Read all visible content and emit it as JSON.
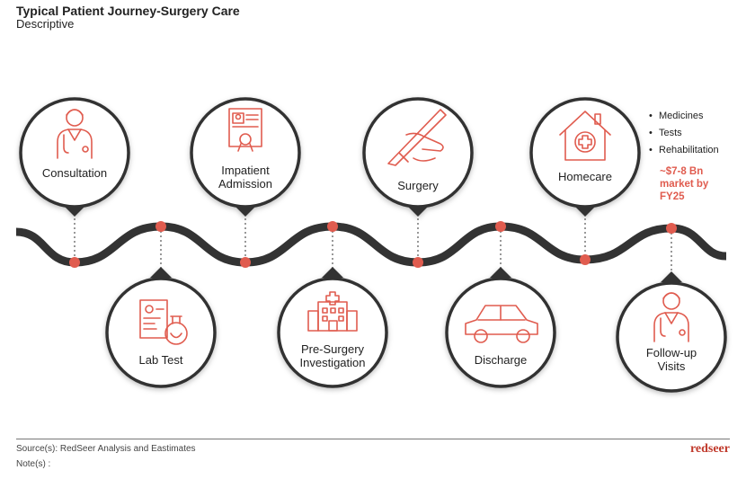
{
  "header": {
    "title": "Typical Patient Journey-Surgery Care",
    "subtitle": "Descriptive"
  },
  "steps": [
    {
      "label": "Consultation",
      "icon": "doctor-icon"
    },
    {
      "label": "Lab Test",
      "icon": "lab-test-icon"
    },
    {
      "label": "Impatient Admission",
      "icon": "admission-form-icon"
    },
    {
      "label": "Pre-Surgery Investigation",
      "icon": "hospital-building-icon"
    },
    {
      "label": "Surgery",
      "icon": "scalpel-icon"
    },
    {
      "label": "Discharge",
      "icon": "car-icon"
    },
    {
      "label": "Homecare",
      "icon": "home-medical-icon"
    },
    {
      "label": "Follow-up Visits",
      "icon": "doctor-icon"
    }
  ],
  "homecare_services": [
    "Medicines",
    "Tests",
    "Rehabilitation"
  ],
  "homecare_market": "~$7-8 Bn market by FY25",
  "footer": {
    "source": "Source(s): RedSeer  Analysis and Eastimates",
    "notes": "Note(s) :",
    "brand": "redseer"
  },
  "colors": {
    "accent": "#e05c4f",
    "wave": "#333333",
    "circle_border": "#333333"
  }
}
